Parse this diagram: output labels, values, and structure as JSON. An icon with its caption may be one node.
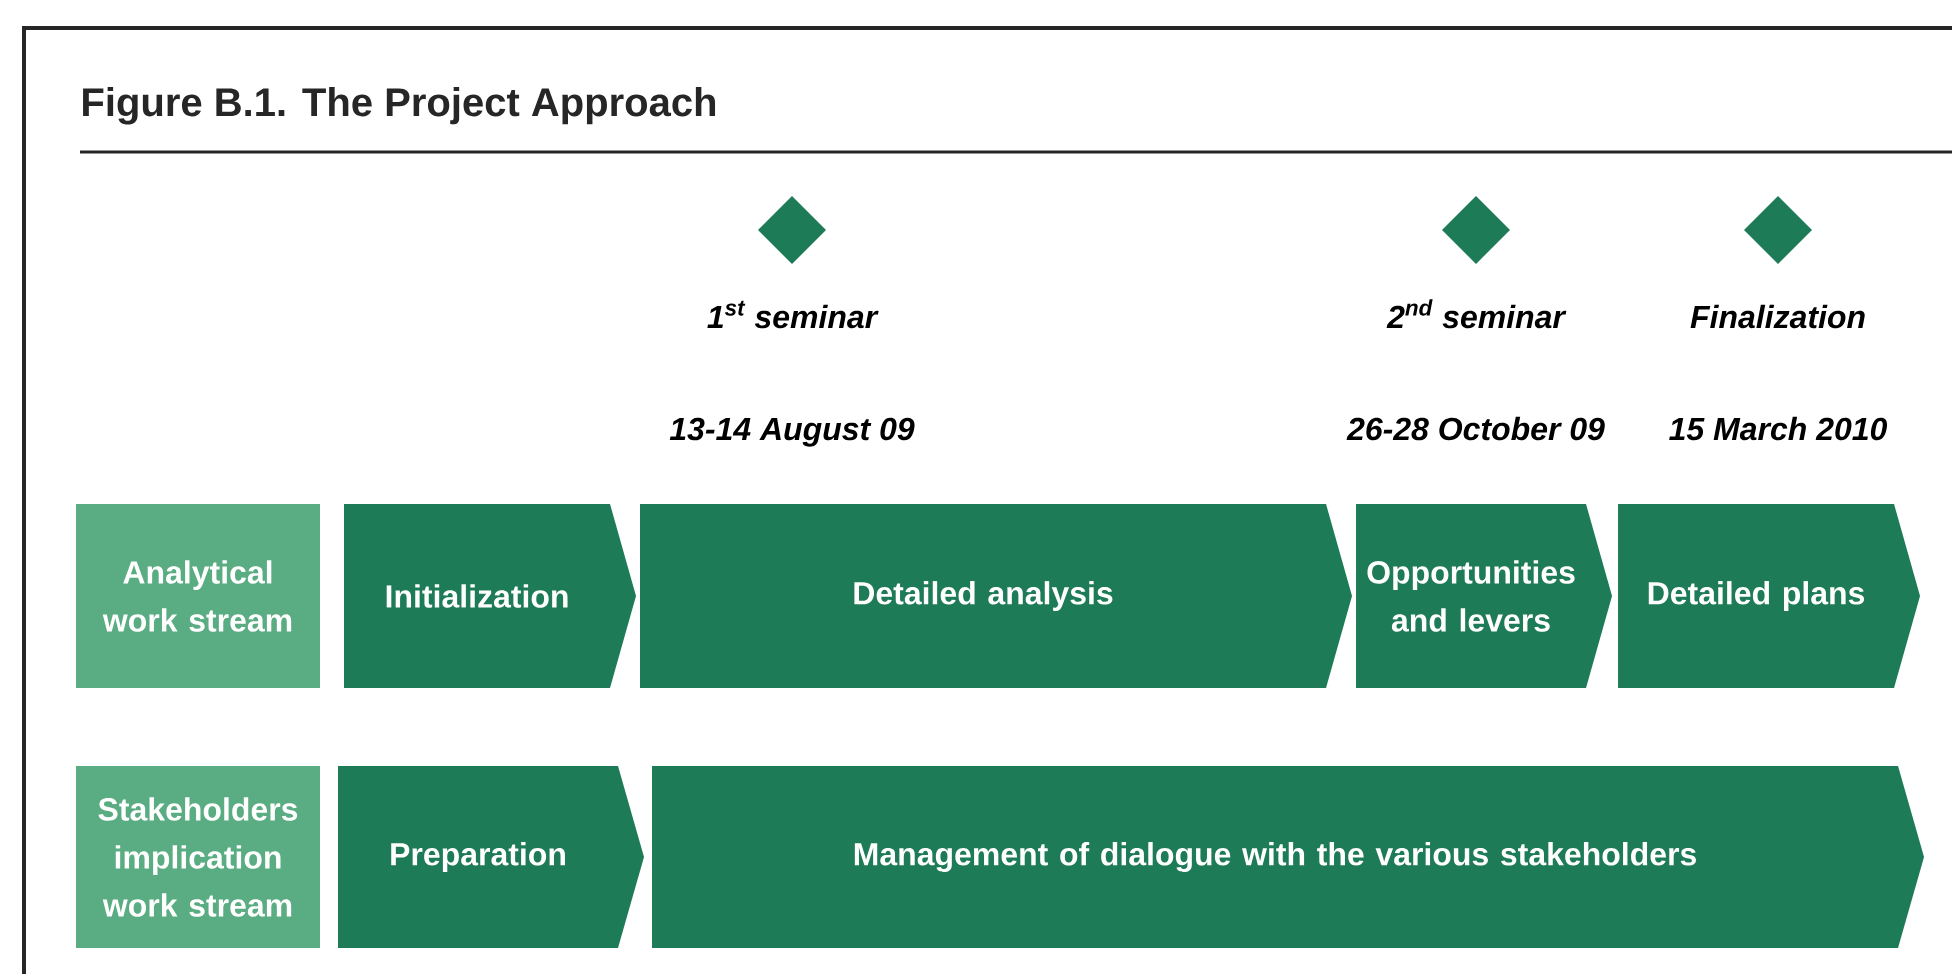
{
  "diagram": {
    "title": "Figure B.1. The Project Approach",
    "nodes": [
      {
        "text": [],
        "shape": "diamond",
        "beside": [
          "1$^{st}$ seminar",
          "13-14 August 09"
        ]
      },
      {
        "text": [],
        "shape": "diamond",
        "beside": [
          "2$^{nd}$ seminar",
          "26-28 October 09"
        ]
      },
      {
        "text": [],
        "shape": "diamond",
        "beside": [
          "Finalization",
          "15 March 2010"
        ]
      },
      {
        "text": [
          "Analytical work stream"
        ]
      },
      {
        "text": [
          "Initialization"
        ]
      },
      {
        "text": [
          "Detailed analysis"
        ]
      },
      {
        "text": [
          "Opportunities and levers"
        ]
      },
      {
        "text": [
          "Detailed plans"
        ]
      },
      {
        "text": [
          "Stakeholders implication work stream"
        ]
      },
      {
        "text": [
          "Preparation"
        ]
      },
      {
        "text": [
          "Management of dialogue with the various stakeholders"
        ]
      }
    ]
  }
}
